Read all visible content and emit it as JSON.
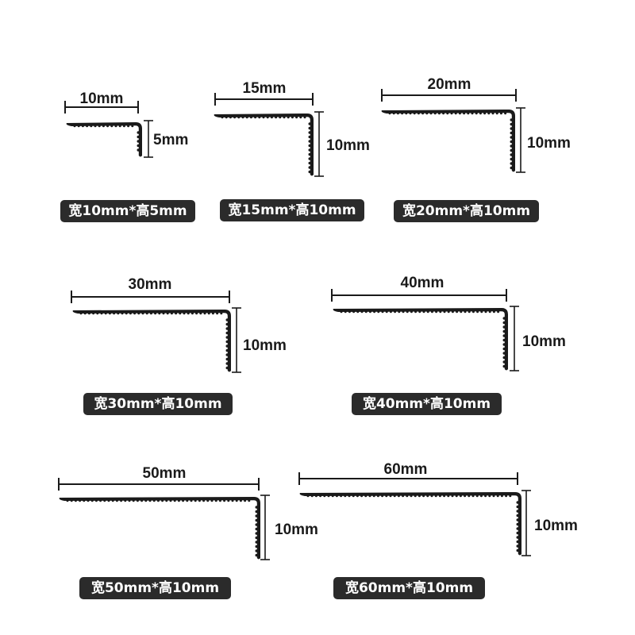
{
  "profiles": [
    {
      "width_label": "10mm",
      "height_label": "5mm",
      "caption": "宽10mm*高5mm"
    },
    {
      "width_label": "15mm",
      "height_label": "10mm",
      "caption": "宽15mm*高10mm"
    },
    {
      "width_label": "20mm",
      "height_label": "10mm",
      "caption": "宽20mm*高10mm"
    },
    {
      "width_label": "30mm",
      "height_label": "10mm",
      "caption": "宽30mm*高10mm"
    },
    {
      "width_label": "40mm",
      "height_label": "10mm",
      "caption": "宽40mm*高10mm"
    },
    {
      "width_label": "50mm",
      "height_label": "10mm",
      "caption": "宽50mm*高10mm"
    },
    {
      "width_label": "60mm",
      "height_label": "10mm",
      "caption": "宽60mm*高10mm"
    }
  ],
  "colors": {
    "profile": "#1a1a1a",
    "caption_bg": "#2b2b2b",
    "caption_text": "#ffffff"
  }
}
